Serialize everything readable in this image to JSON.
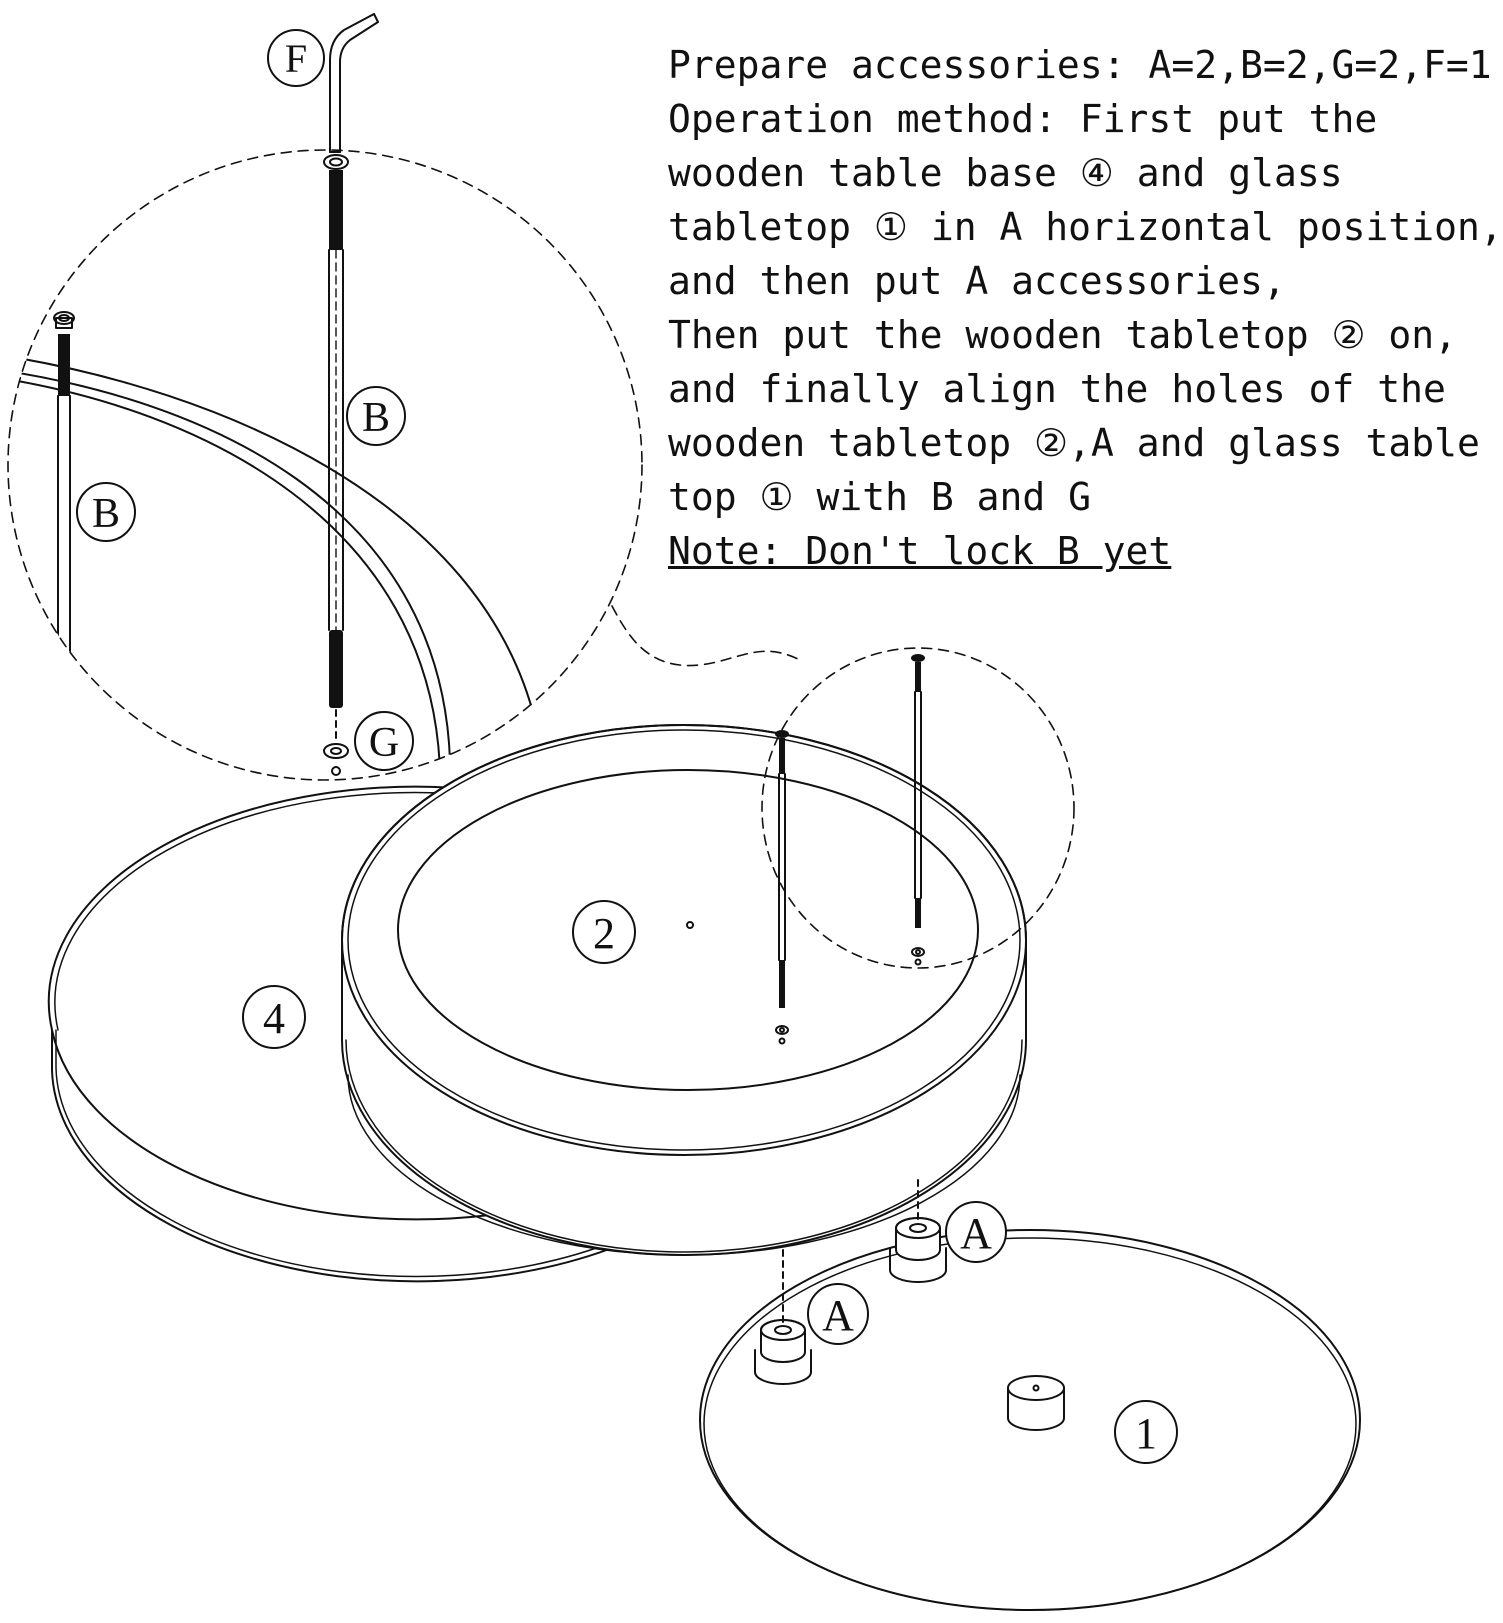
{
  "instructions": {
    "lines": [
      "Prepare accessories: A=2,B=2,G=2,F=1",
      "Operation method: First put the",
      "wooden table base ④ and glass",
      "tabletop ① in A horizontal position,",
      "and then put A accessories,",
      "Then put the wooden tabletop ② on,",
      "and finally align the holes of the",
      "wooden tabletop ②,A and glass table",
      "top ① with B and G"
    ],
    "note": "Note: Don't lock B yet"
  },
  "labels": {
    "part_f": "F",
    "part_b_main": "B",
    "part_b_side": "B",
    "part_g": "G",
    "part_a_1": "A",
    "part_a_2": "A",
    "item_1": "1",
    "item_2": "2",
    "item_4": "4"
  },
  "colors": {
    "line": "#111111",
    "background": "#ffffff"
  }
}
